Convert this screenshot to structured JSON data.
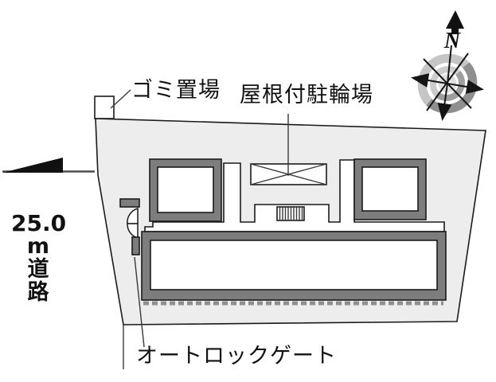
{
  "labels": {
    "garbage": "ゴミ置場",
    "bicycle_parking": "屋根付駐輪場",
    "auto_lock_gate": "オートロックゲート"
  },
  "road": {
    "width": "25.0",
    "unit": "m",
    "kanji": [
      "道",
      "路"
    ]
  },
  "compass": {
    "north": "N"
  },
  "icons": {
    "north_arrow": "up-arrow",
    "road_direction_arrow": "left-triangle",
    "compass_rose": "8-ray-rose",
    "bicycle_area_mark": "x-crossed-rectangle",
    "stairs_mark": "hatched-steps"
  },
  "colors": {
    "plot_fill": "#ededed",
    "building_band": "#7d7d7d",
    "line": "#1a1a1a",
    "dashed": "#8f8f8f",
    "ring_light": "#c6c6c6",
    "ring_dark": "#8f8f8f",
    "ring_inner_light": "#cccccc",
    "ring_inner_dark": "#9e9e9e",
    "text": "#111111"
  }
}
